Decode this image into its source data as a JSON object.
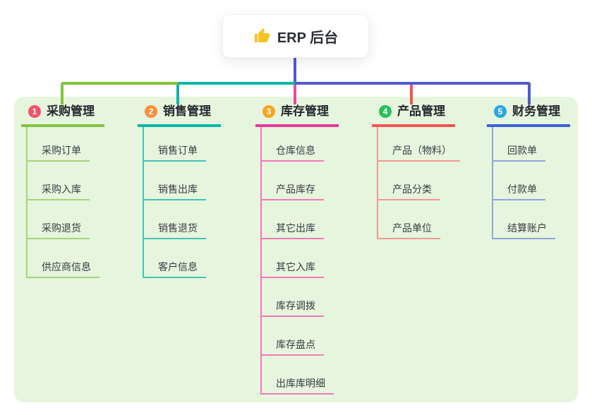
{
  "root": {
    "icon": "thumbs-up",
    "title": "ERP 后台"
  },
  "panel": {
    "background": "#e6f5dd"
  },
  "connectors": {
    "trunk": "#4d5bd3",
    "segments": [
      "#82c341",
      "#10b5a8",
      "#4d5bd3"
    ]
  },
  "branches": [
    {
      "number": "1",
      "label": "采购管理",
      "color": "#82c341",
      "badge_color": "#f2526b",
      "child_line_color": "#a6d37f",
      "drop_color": "#82c341",
      "children": [
        "采购订单",
        "采购入库",
        "采购退货",
        "供应商信息"
      ]
    },
    {
      "number": "2",
      "label": "销售管理",
      "color": "#10b5a8",
      "badge_color": "#f98e3d",
      "child_line_color": "#43c3b4",
      "drop_color": "#10b5a8",
      "children": [
        "销售订单",
        "销售出库",
        "销售退货",
        "客户信息"
      ]
    },
    {
      "number": "3",
      "label": "库存管理",
      "color": "#e43a9b",
      "badge_color": "#f9a41f",
      "child_line_color": "#ef7ab8",
      "drop_color": "#e84a9d",
      "children": [
        "仓库信息",
        "产品库存",
        "其它出库",
        "其它入库",
        "库存调拨",
        "库存盘点",
        "出库库明细"
      ]
    },
    {
      "number": "4",
      "label": "产品管理",
      "color": "#f45352",
      "badge_color": "#2dbd5c",
      "child_line_color": "#f59793",
      "drop_color": "#f45352",
      "children": [
        "产品（物料）",
        "产品分类",
        "产品单位"
      ]
    },
    {
      "number": "5",
      "label": "财务管理",
      "color": "#3e60d8",
      "badge_color": "#2ba6e0",
      "child_line_color": "#8fa6db",
      "drop_color": "#4d5bd3",
      "children": [
        "回款单",
        "付款单",
        "结算账户"
      ]
    }
  ]
}
